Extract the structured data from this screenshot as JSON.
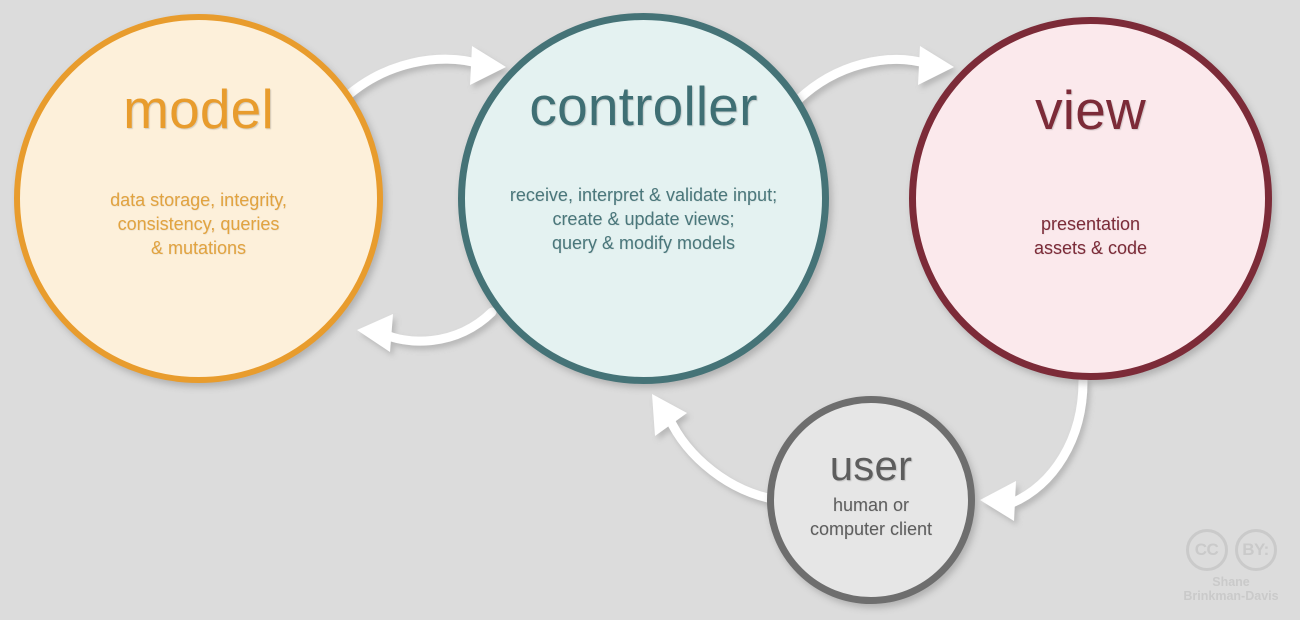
{
  "diagram": {
    "title": "Model-View-Controller (MVC) architecture diagram",
    "background_color": "#dcdcdc",
    "nodes": [
      {
        "id": "model",
        "title": "model",
        "body": "data storage, integrity,\nconsistency, queries\n& mutations",
        "fill_color": "#fdf0da",
        "border_color": "#e89c2d",
        "text_color": "#e89c2d"
      },
      {
        "id": "controller",
        "title": "controller",
        "body": "receive, interpret & validate input;\ncreate & update views;\nquery & modify models",
        "fill_color": "#e4f2f1",
        "border_color": "#457377",
        "text_color": "#3f6f74"
      },
      {
        "id": "view",
        "title": "view",
        "body": "presentation\nassets & code",
        "fill_color": "#fbe9ec",
        "border_color": "#7c2b38",
        "text_color": "#7c2b38"
      },
      {
        "id": "user",
        "title": "user",
        "body": "human or\ncomputer client",
        "fill_color": "#e6e6e6",
        "border_color": "#6e6e6e",
        "text_color": "#5d5d5d"
      }
    ],
    "arrows": [
      {
        "id": "model-to-controller",
        "from": "model",
        "to": "controller",
        "color": "#ffffff"
      },
      {
        "id": "controller-to-model",
        "from": "controller",
        "to": "model",
        "color": "#ffffff"
      },
      {
        "id": "controller-to-view",
        "from": "controller",
        "to": "view",
        "color": "#ffffff"
      },
      {
        "id": "view-to-user",
        "from": "view",
        "to": "user",
        "color": "#ffffff"
      },
      {
        "id": "user-to-controller",
        "from": "user",
        "to": "controller",
        "color": "#ffffff"
      }
    ]
  },
  "license_badge": {
    "mark_cc": "CC",
    "mark_by": "BY:",
    "author": "Shane\nBrinkman-Davis",
    "color": "#cacaca"
  }
}
